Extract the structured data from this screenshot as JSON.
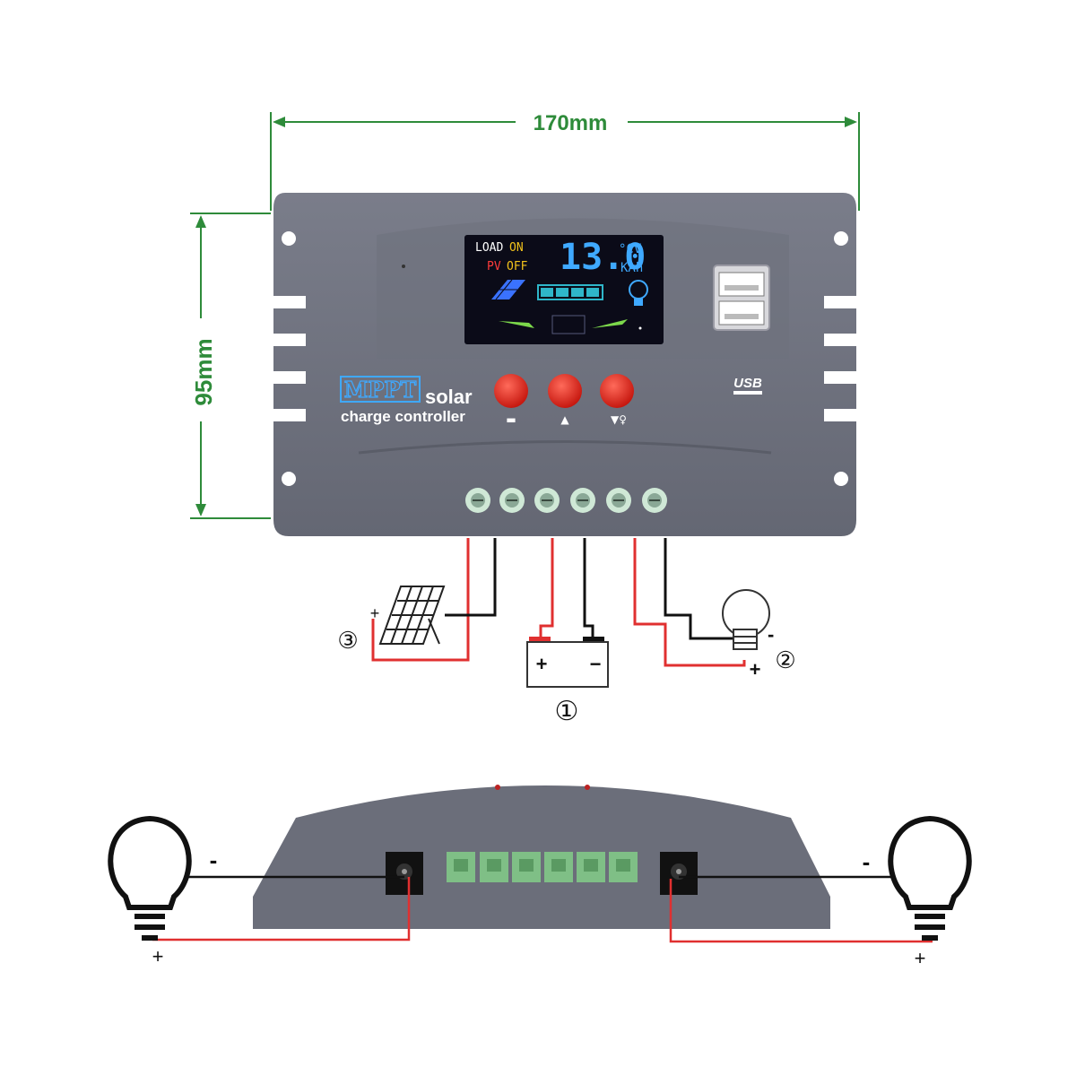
{
  "dimensions": {
    "width_label": "170mm",
    "height_label": "95mm"
  },
  "display": {
    "load_label": "LOAD",
    "load_state": "ON",
    "pv_label": "PV",
    "pv_state": "OFF",
    "reading": "13.0",
    "unit_top": "°CV",
    "unit_bottom": "KAh"
  },
  "branding": {
    "badge": "MPPT",
    "line1": "solar",
    "line2": "charge controller"
  },
  "usb_label": "USB",
  "buttons": [
    {
      "icon": "battery-icon",
      "glyph": "▬"
    },
    {
      "icon": "up-arrow-icon",
      "glyph": "▲"
    },
    {
      "icon": "down-bulb-icon",
      "glyph": "▼♀"
    }
  ],
  "wiring": {
    "battery_plus": "+",
    "battery_minus": "−",
    "battery_number": "①",
    "load_number": "②",
    "panel_number": "③",
    "panel_plus": "+",
    "load_minus": "-",
    "load_plus": "+"
  },
  "bottom_view": {
    "left_minus": "-",
    "left_plus": "+",
    "right_minus": "-",
    "right_plus": "+"
  }
}
